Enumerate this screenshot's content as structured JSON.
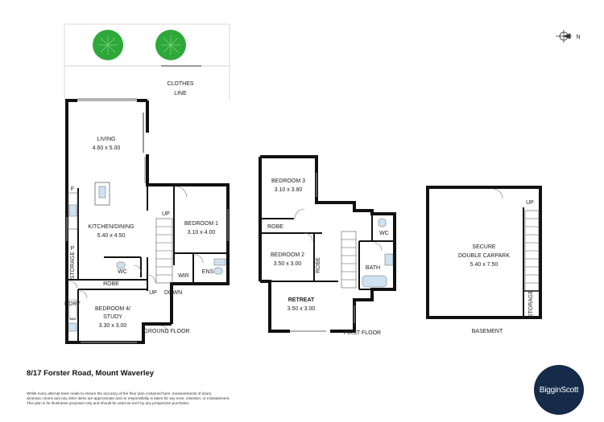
{
  "labels": {
    "clothes_line_1": "CLOTHES",
    "clothes_line_2": "LINE",
    "living_name": "LIVING",
    "living_dim": "4.60 x 5.00",
    "kitchen_name": "KITCHEN/DINING",
    "kitchen_dim": "5.40 x 4.50",
    "bed1_name": "BEDROOM 1",
    "bed1_dim": "3.10 x 4.00",
    "bed4_name": "BEDROOM 4/",
    "bed4_name2": "STUDY",
    "bed4_dim": "3.30 x 3.00",
    "ground_floor": "GROUND FLOOR",
    "bed3_name": "BEDROOM 3",
    "bed3_dim": "3.10 x 3.80",
    "bed2_name": "BEDROOM 2",
    "bed2_dim": "3.50 x 3.00",
    "retreat_name": "RETREAT",
    "retreat_dim": "3.50 x 3.00",
    "first_floor": "FIRST FLOOR",
    "carpark_1": "SECURE",
    "carpark_2": "DOUBLE CARPARK",
    "carpark_dim": "5.40 x 7.50",
    "basement": "BASEMENT",
    "robe": "ROBE",
    "robe_bed3": "ROBE",
    "robe_bed2": "ROBE",
    "wc": "WC",
    "wc_first": "WC",
    "wir": "WIR",
    "ens": "ENS",
    "bath": "BATH",
    "up": "UP",
    "up_first": "UP",
    "up_basement": "UP",
    "down": "DOWN",
    "storage": "STORAGE",
    "storage_basement": "STORAGE",
    "laundry": "L'DRY",
    "fridge": "F",
    "pantry": "P",
    "washing_machine": "WM",
    "north": "N"
  },
  "address": "8/17 Forster Road, Mount Waverley",
  "disclaimer": [
    "Whilst every attempt been made to ensure the accuracy of the floor plan contained here, measurements of doors,",
    "windows, rooms and any other items are approximate and no responsibility is taken for any error, omission, or misstatement.",
    "This plan is for illustrative purposes only and should be used as such by any prospective purchaser."
  ],
  "brand": "BigginScott",
  "colors": {
    "wall": "#111111",
    "tree": "#2fa83a",
    "logo_bg": "#162a4a"
  }
}
